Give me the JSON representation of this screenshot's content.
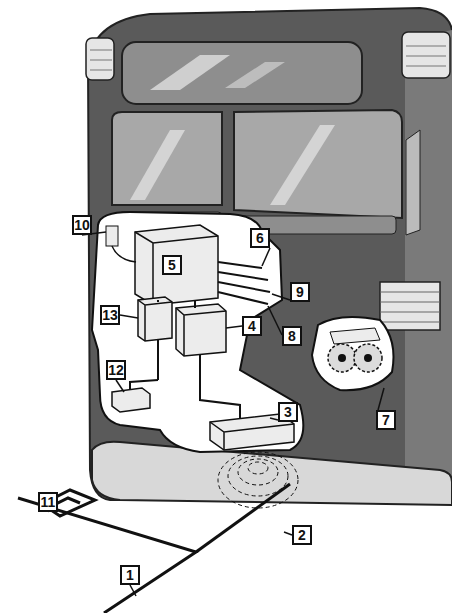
{
  "diagram": {
    "labels": [
      "10",
      "5",
      "6",
      "9",
      "13",
      "4",
      "8",
      "12",
      "3",
      "7",
      "11",
      "2",
      "1"
    ]
  }
}
